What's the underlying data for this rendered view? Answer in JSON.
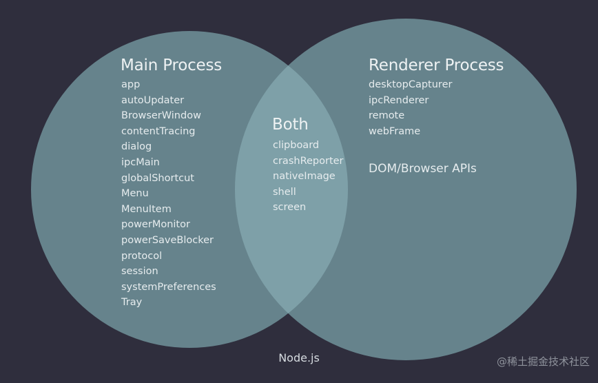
{
  "main": {
    "title": "Main Process",
    "items": [
      "app",
      "autoUpdater",
      "BrowserWindow",
      "contentTracing",
      "dialog",
      "ipcMain",
      "globalShortcut",
      "Menu",
      "MenuItem",
      "powerMonitor",
      "powerSaveBlocker",
      "protocol",
      "session",
      "systemPreferences",
      "Tray"
    ]
  },
  "both": {
    "title": "Both",
    "items": [
      "clipboard",
      "crashReporter",
      "nativeImage",
      "shell",
      "screen"
    ]
  },
  "renderer": {
    "title": "Renderer Process",
    "items": [
      "desktopCapturer",
      "ipcRenderer",
      "remote",
      "webFrame"
    ],
    "extra": "DOM/Browser APIs"
  },
  "footer": "Node.js",
  "watermark": "@稀土掘金技术社区",
  "colors": {
    "background": "#2f2e3d",
    "circle": "#6b8b93",
    "overlap": "#7ea0a8"
  }
}
